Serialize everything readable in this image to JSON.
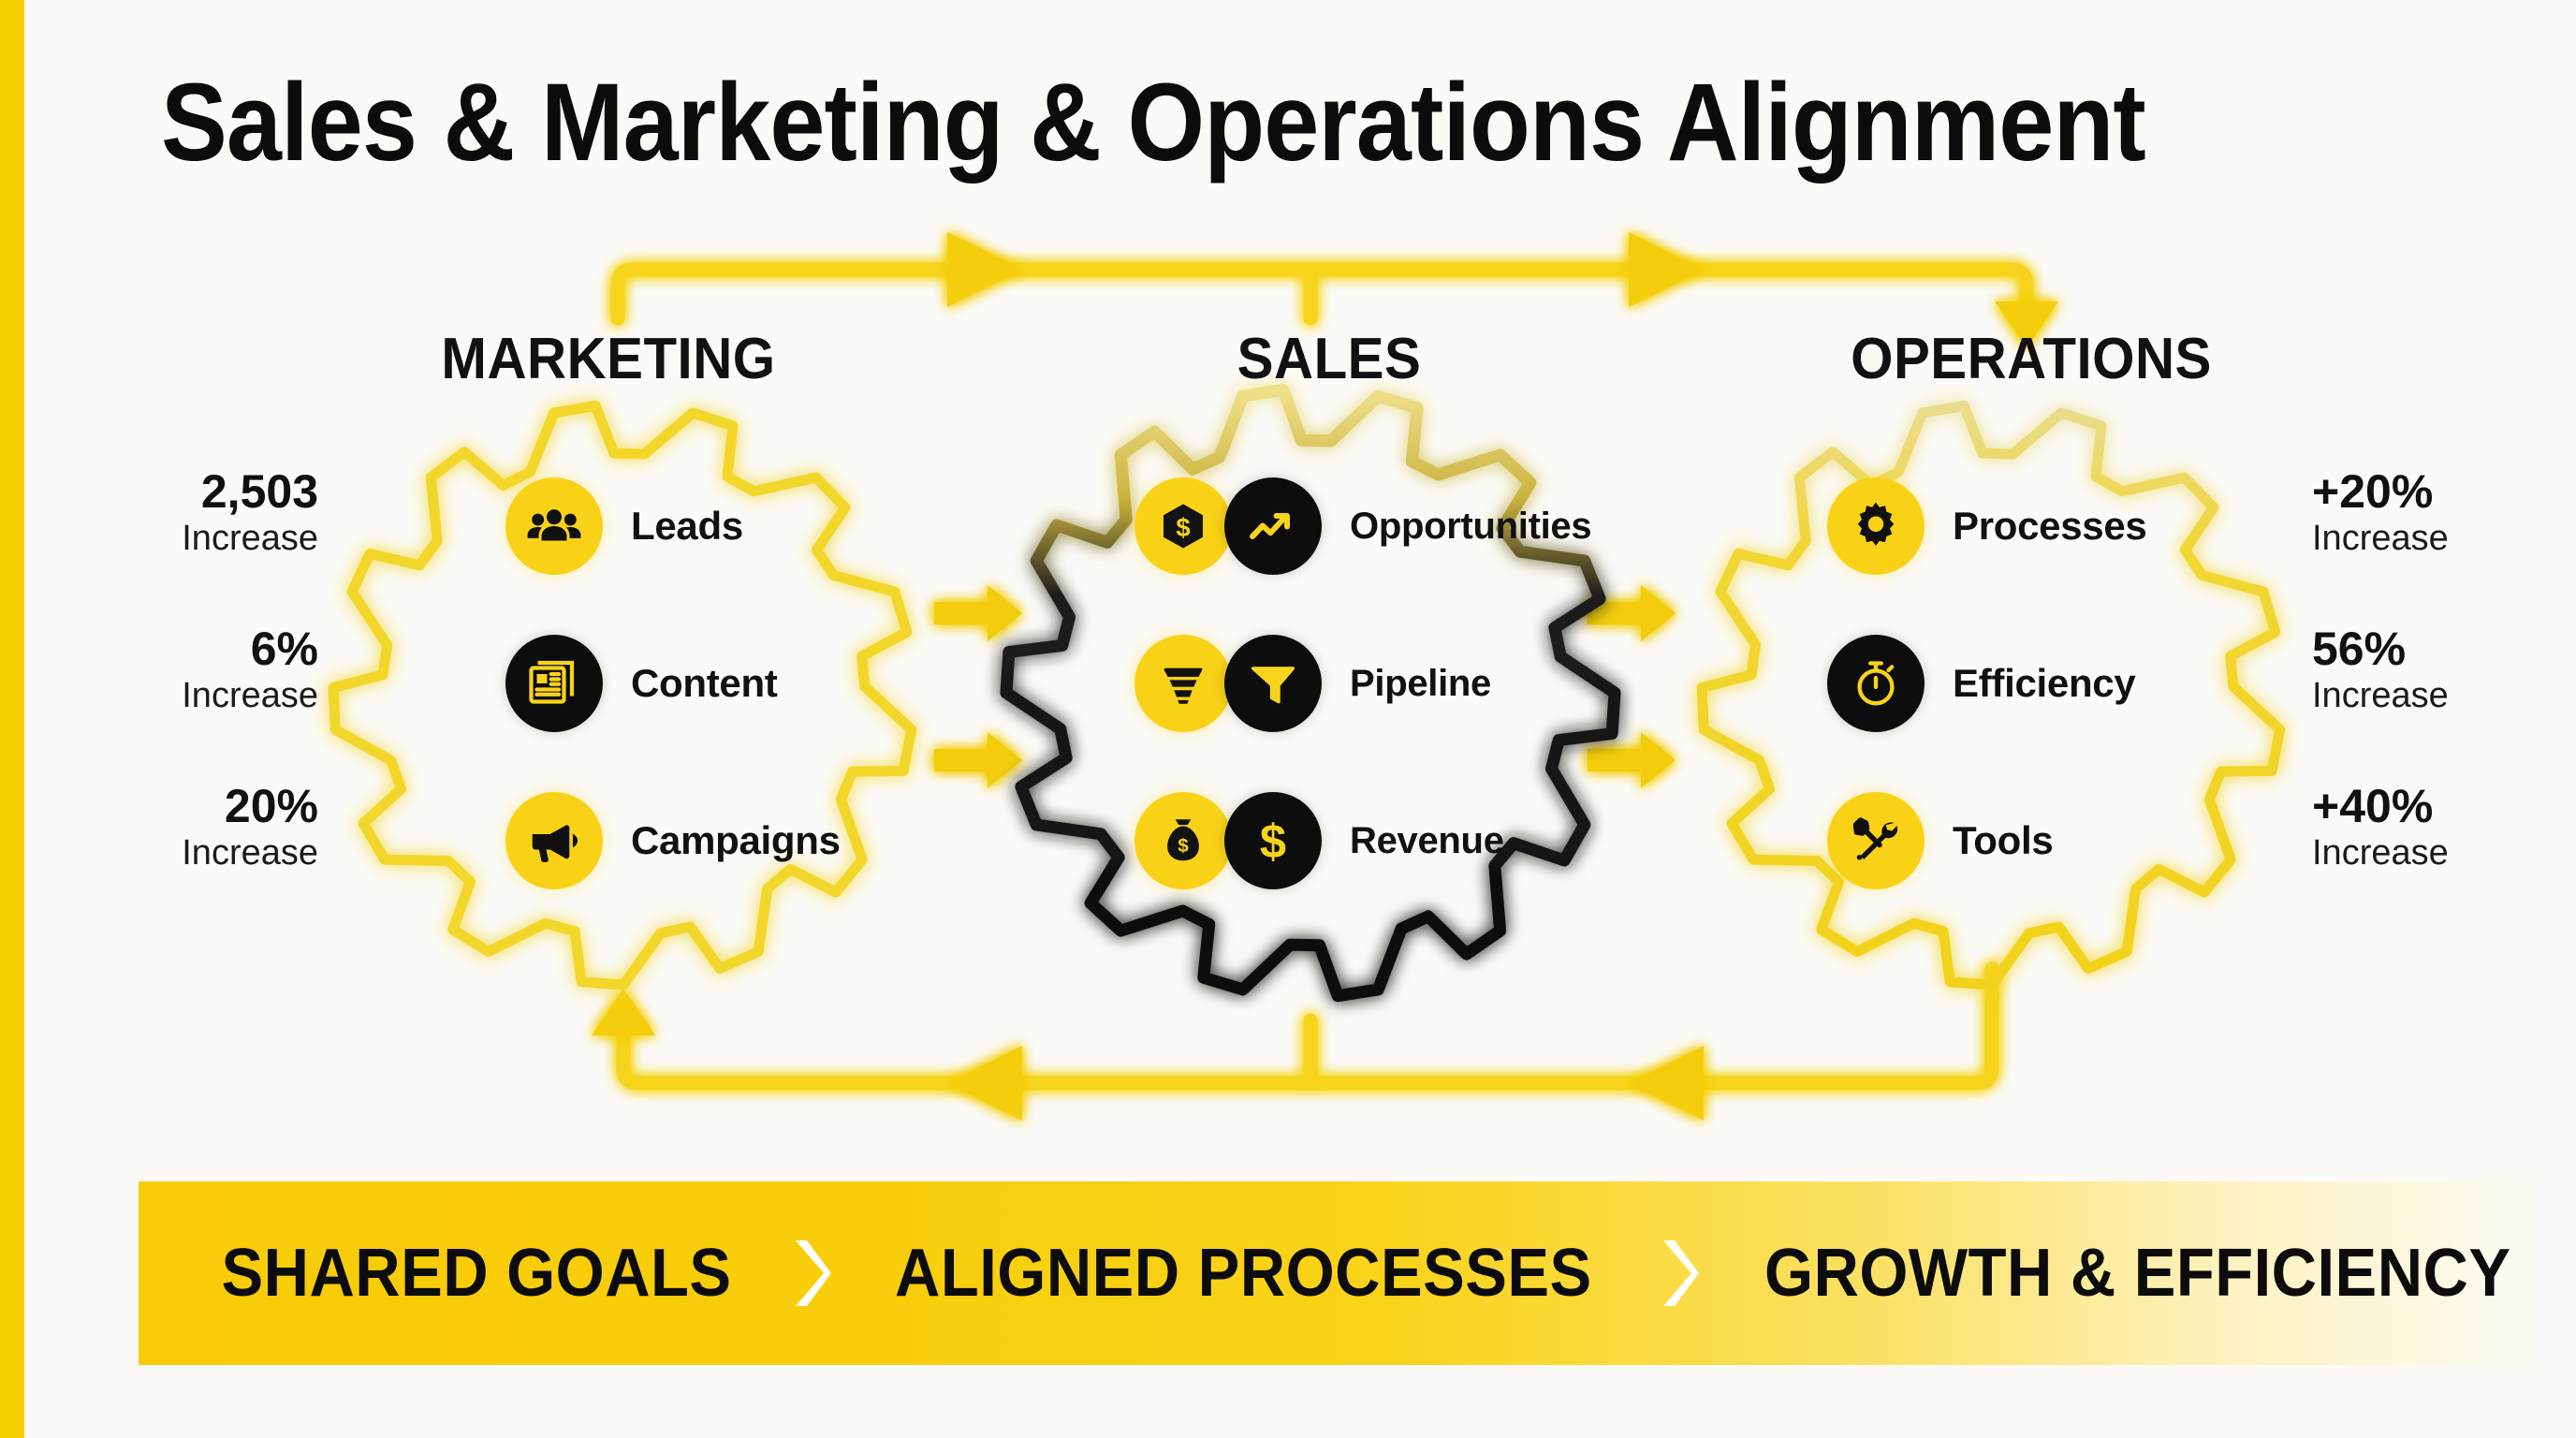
{
  "page": {
    "title": "Sales & Marketing & Operations Alignment",
    "background_color": "#fbfaf6",
    "accent_color": "#F5D000",
    "dark_color": "#0d0d0d"
  },
  "columns": [
    {
      "id": "marketing",
      "header": "MARKETING",
      "gear_stroke": "#F5D823",
      "items": [
        {
          "label": "Leads",
          "icon": "people-icon",
          "badge": "yellow",
          "pair": false
        },
        {
          "label": "Content",
          "icon": "newspaper-icon",
          "badge": "black",
          "pair": false
        },
        {
          "label": "Campaigns",
          "icon": "megaphone-icon",
          "badge": "yellow",
          "pair": false
        }
      ]
    },
    {
      "id": "sales",
      "header": "SALES",
      "gear_stroke": "#141414",
      "items": [
        {
          "label": "Opportunities",
          "icon": "trending-up-icon",
          "icon_left": "dollar-hexagon-icon",
          "badge": "black",
          "pair": true
        },
        {
          "label": "Pipeline",
          "icon": "funnel-icon",
          "icon_left": "sales-funnel-icon",
          "badge": "black",
          "pair": true
        },
        {
          "label": "Revenue",
          "icon": "dollar-sign-icon",
          "icon_left": "money-bag-icon",
          "badge": "black",
          "pair": true
        }
      ]
    },
    {
      "id": "operations",
      "header": "OPERATIONS",
      "gear_stroke": "#F5D823",
      "items": [
        {
          "label": "Processes",
          "icon": "gear-icon",
          "badge": "yellow",
          "pair": false
        },
        {
          "label": "Efficiency",
          "icon": "stopwatch-icon",
          "badge": "black",
          "pair": false
        },
        {
          "label": "Tools",
          "icon": "tools-icon",
          "badge": "yellow",
          "pair": false
        }
      ]
    }
  ],
  "stats_left": [
    {
      "value": "2,503",
      "caption": "Increase"
    },
    {
      "value": "6%",
      "caption": "Increase"
    },
    {
      "value": "20%",
      "caption": "Increase"
    }
  ],
  "stats_right": [
    {
      "value": "+20%",
      "caption": "Increase"
    },
    {
      "value": "56%",
      "caption": "Increase"
    },
    {
      "value": "+40%",
      "caption": "Increase"
    }
  ],
  "banner": {
    "step_1": "SHARED GOALS",
    "step_2": "ALIGNED PROCESSES",
    "step_3": "GROWTH & EFFICIENCY",
    "separator": "chevron-right-icon"
  },
  "flow": {
    "top_direction": "left-to-right",
    "bottom_direction": "right-to-left",
    "between_gears": "right-arrow"
  }
}
